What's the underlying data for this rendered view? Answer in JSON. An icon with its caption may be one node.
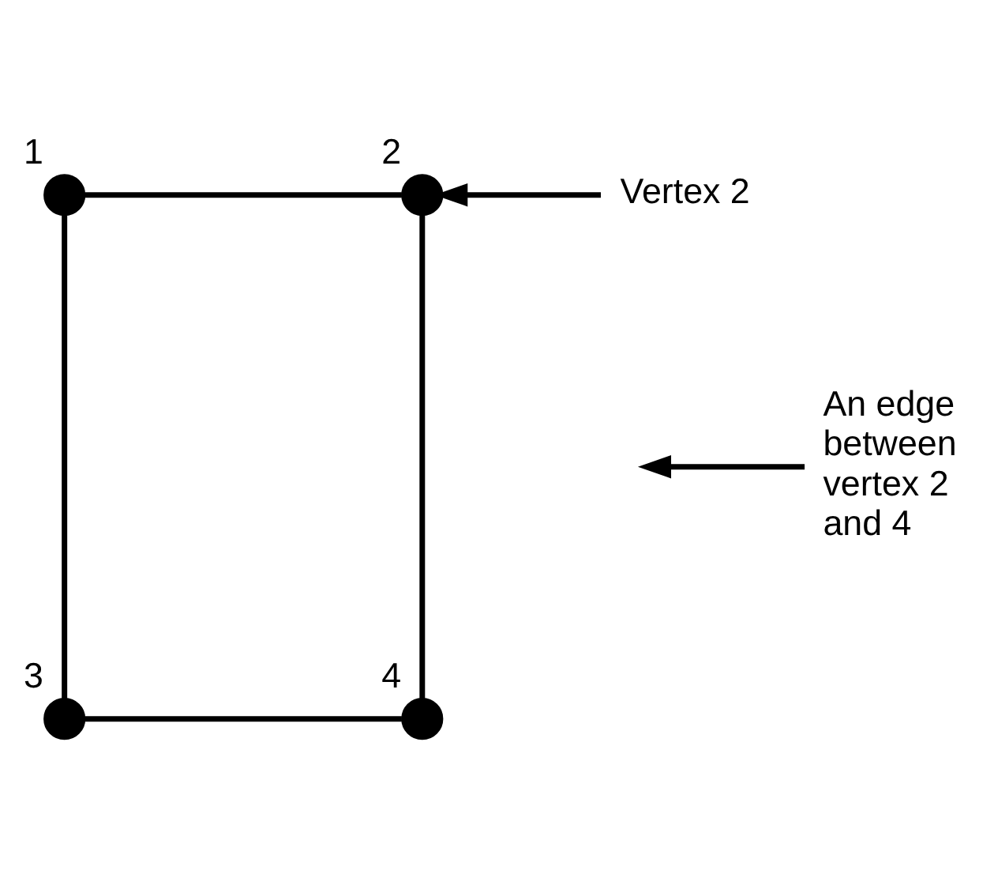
{
  "diagram": {
    "nodes": [
      {
        "text": [],
        "shape": "circle",
        "beside": [
          "1"
        ]
      },
      {
        "text": [],
        "shape": "circle",
        "beside": [
          "2"
        ]
      },
      {
        "text": [],
        "shape": "circle",
        "beside": [
          "3"
        ]
      },
      {
        "text": [],
        "shape": "circle",
        "beside": [
          "4"
        ]
      },
      {
        "text": [
          "Vertex 2"
        ]
      },
      {
        "text": [
          "An edge between vertex 2 and 4"
        ]
      }
    ],
    "edges": [
      {
        "from": 0,
        "to": 1,
        "arrow": "none"
      },
      {
        "from": 0,
        "to": 2,
        "arrow": "none"
      },
      {
        "from": 1,
        "to": 3,
        "arrow": "none"
      },
      {
        "from": 2,
        "to": 3,
        "arrow": "none"
      },
      {
        "from": 4,
        "to": 1,
        "arrow": "to"
      },
      {
        "from": 5,
        "to": null,
        "arrow": "to"
      }
    ]
  }
}
